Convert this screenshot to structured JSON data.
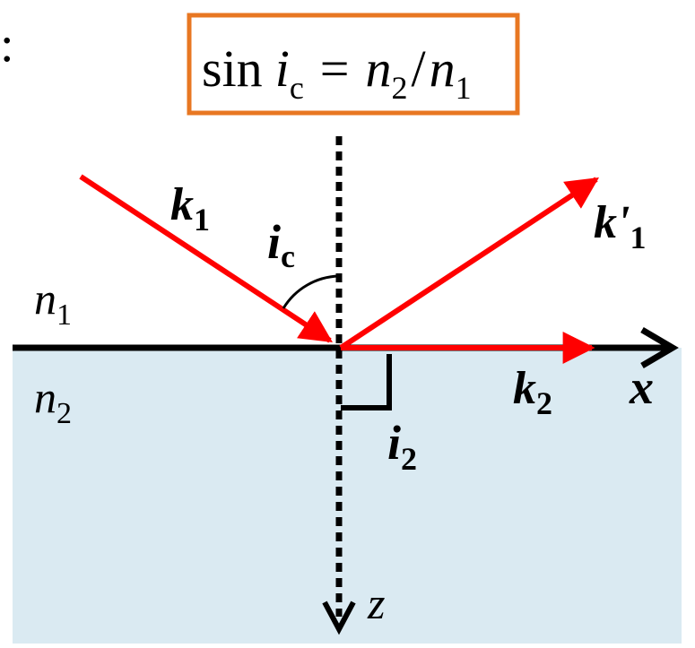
{
  "colon": ":",
  "formula": {
    "sin": "sin",
    "i": "i",
    "c": "c",
    "eq": "=",
    "n_a": "n",
    "sub_a": "2",
    "slash": "/",
    "n_b": "n",
    "sub_b": "1",
    "box_color": "#e87722"
  },
  "labels": {
    "k1": {
      "main": "k",
      "sub": "1"
    },
    "k1prime": {
      "main": "k'",
      "sub": "1"
    },
    "k2": {
      "main": "k",
      "sub": "2"
    },
    "ic": {
      "main": "i",
      "sub": "c"
    },
    "i2": {
      "main": "i",
      "sub": "2"
    },
    "n1": {
      "main": "n",
      "sub": "1"
    },
    "n2": {
      "main": "n",
      "sub": "2"
    },
    "x_axis": "x",
    "z_axis": "z"
  },
  "colors": {
    "ray": "#ff0000",
    "medium2": "#daeaf2",
    "axis": "#000000"
  }
}
